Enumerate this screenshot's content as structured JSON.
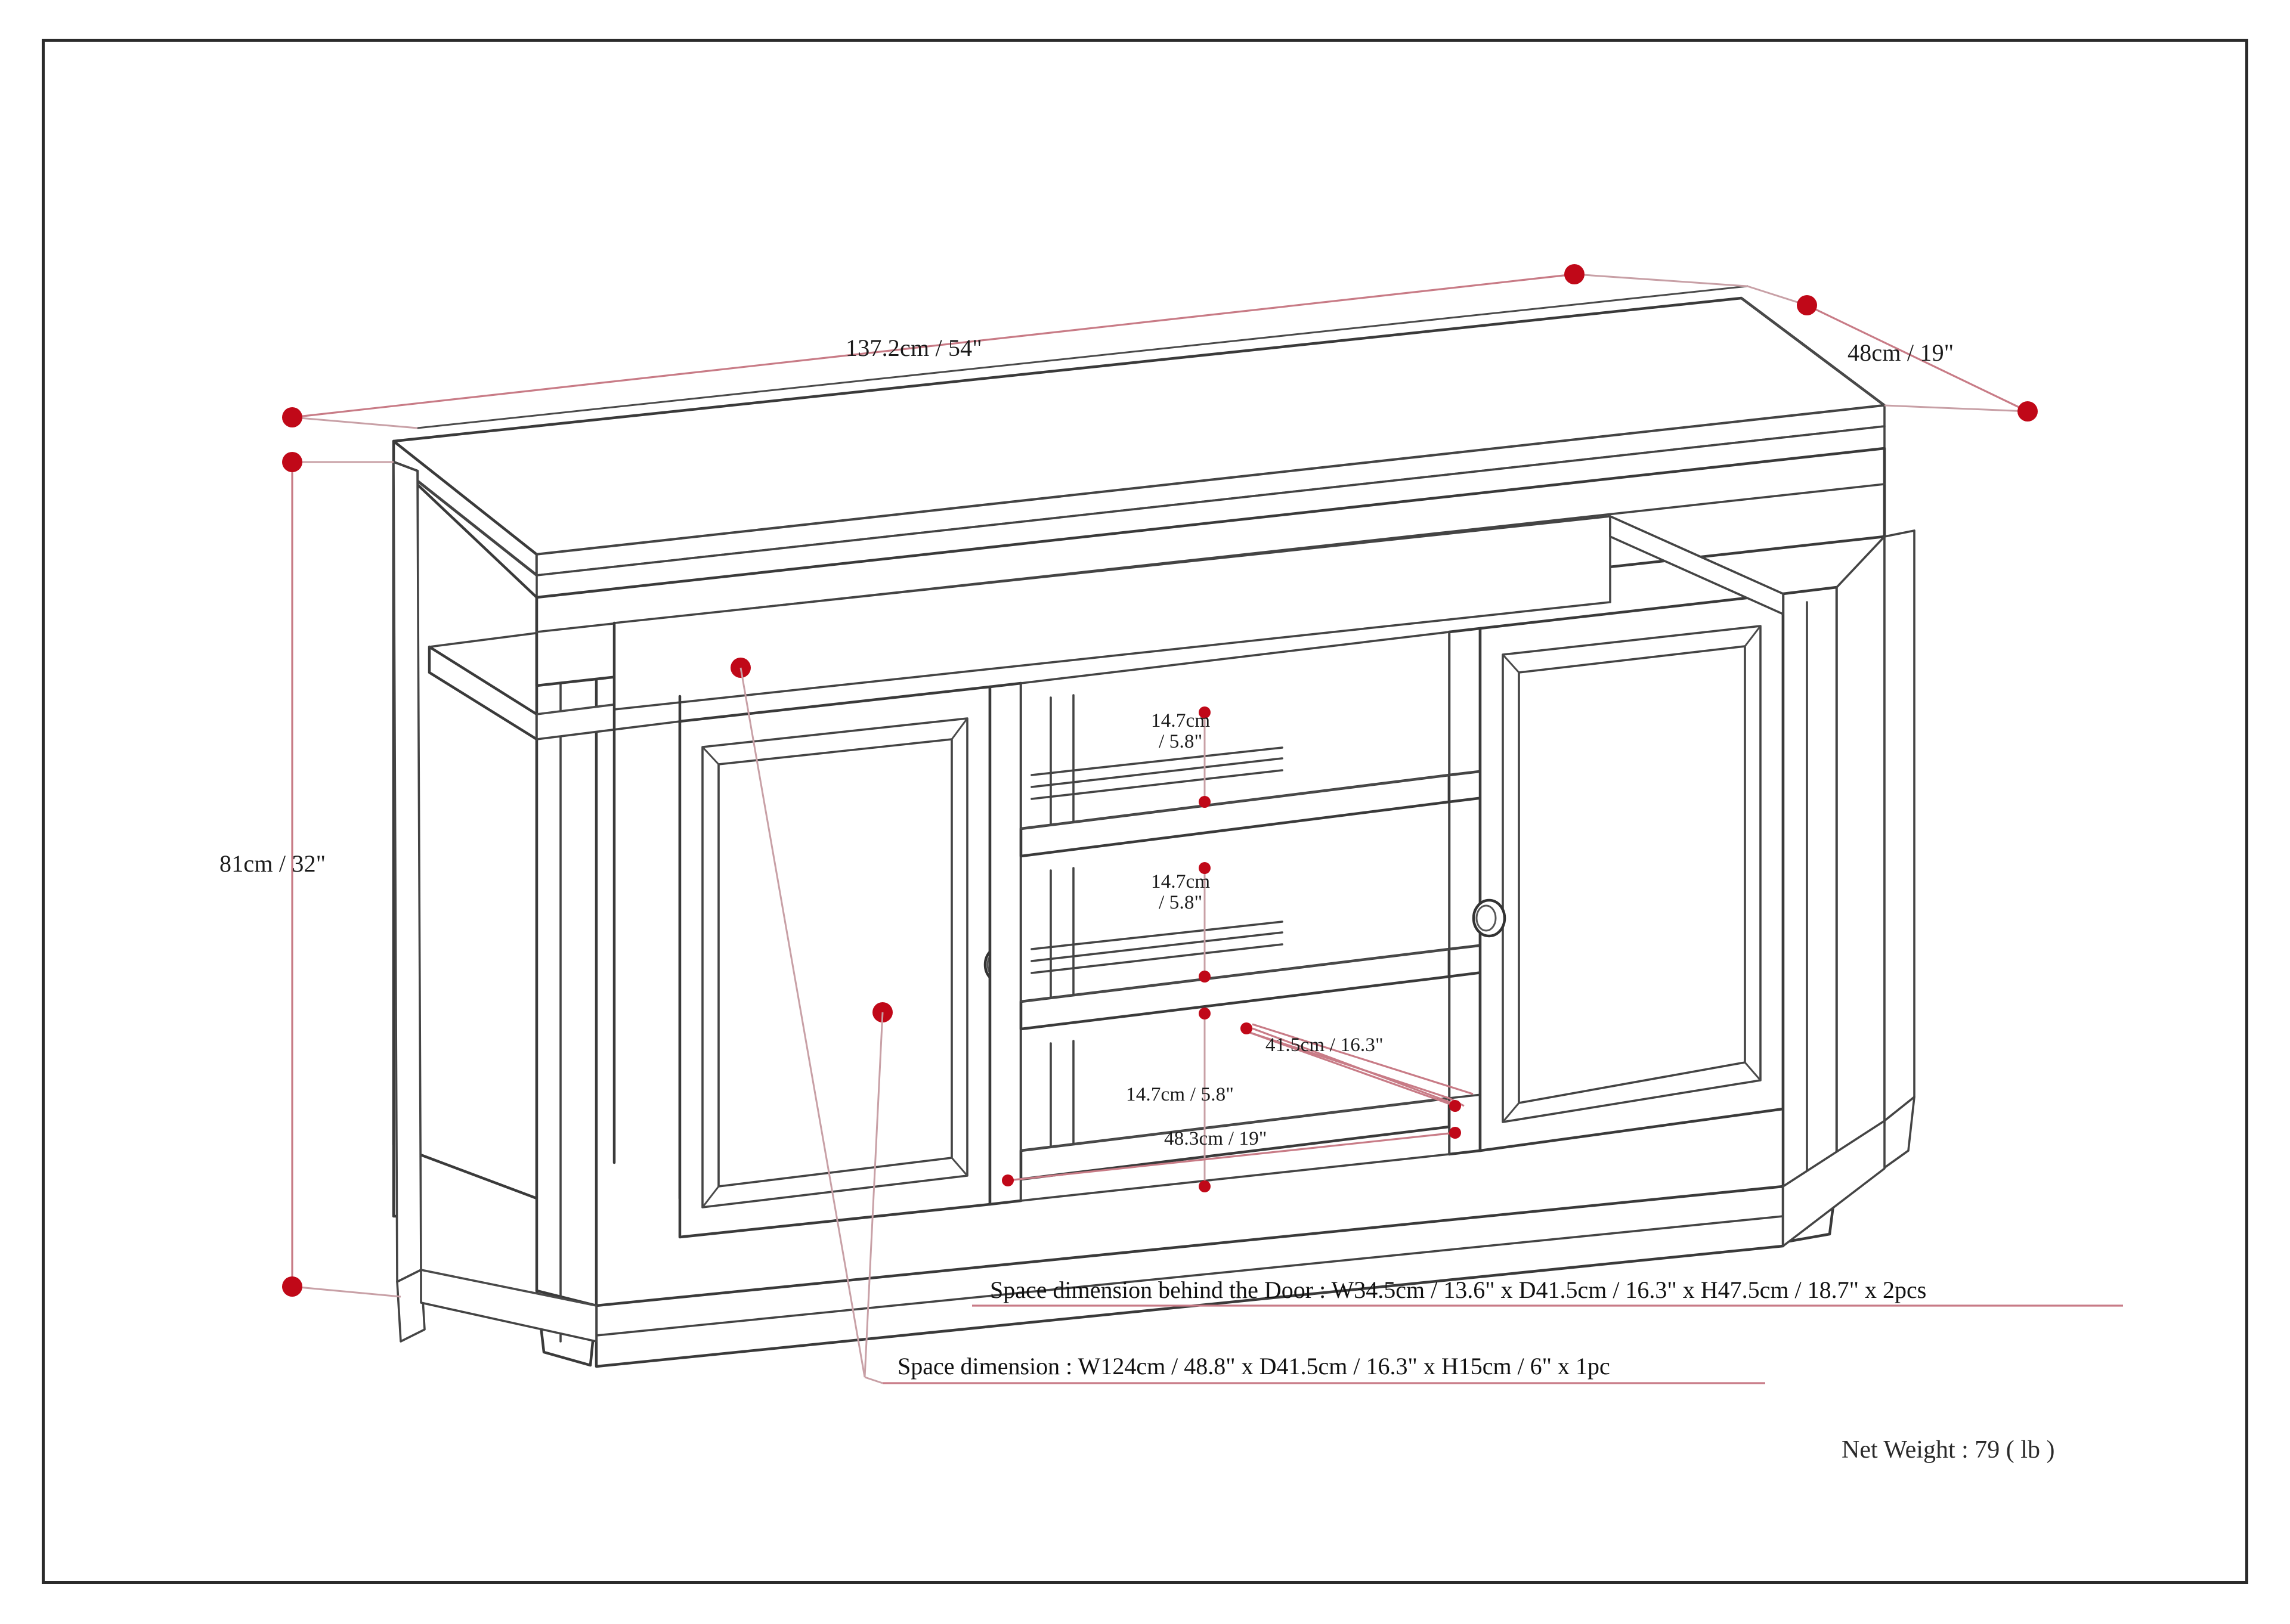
{
  "document": {
    "type": "furniture-dimension-drawing",
    "subject": "TV Media Stand / Console with two cabinet doors and open center shelving",
    "border_color": "#2b2b2b",
    "line_color": "#3a3a3a",
    "dimension_line_color": "#c87b86",
    "marker_color": "#c00818"
  },
  "dimensions": {
    "width": {
      "label": "137.2cm / 54\"",
      "cm": 137.2,
      "inch": 54
    },
    "depth": {
      "label": "48cm / 19\"",
      "cm": 48,
      "inch": 19
    },
    "height": {
      "label": "81cm / 32\"",
      "cm": 81,
      "inch": 32
    },
    "shelf_gap_upper": {
      "line1": "14.7cm",
      "line2": "/ 5.8\""
    },
    "shelf_gap_middle": {
      "line1": "14.7cm",
      "line2": "/ 5.8\""
    },
    "shelf_gap_lower": {
      "label": "14.7cm / 5.8\""
    },
    "interior_depth": {
      "label": "41.5cm / 16.3\""
    },
    "interior_width": {
      "label": "48.3cm / 19\""
    }
  },
  "notes": {
    "behind_door": "Space dimension behind the Door  : W34.5cm / 13.6\" x D41.5cm / 16.3\" x H47.5cm / 18.7\" x 2pcs",
    "open_space": "Space dimension : W124cm / 48.8\" x D41.5cm / 16.3\" x H15cm / 6\" x 1pc",
    "net_weight": "Net Weight : 79 ( lb )"
  }
}
